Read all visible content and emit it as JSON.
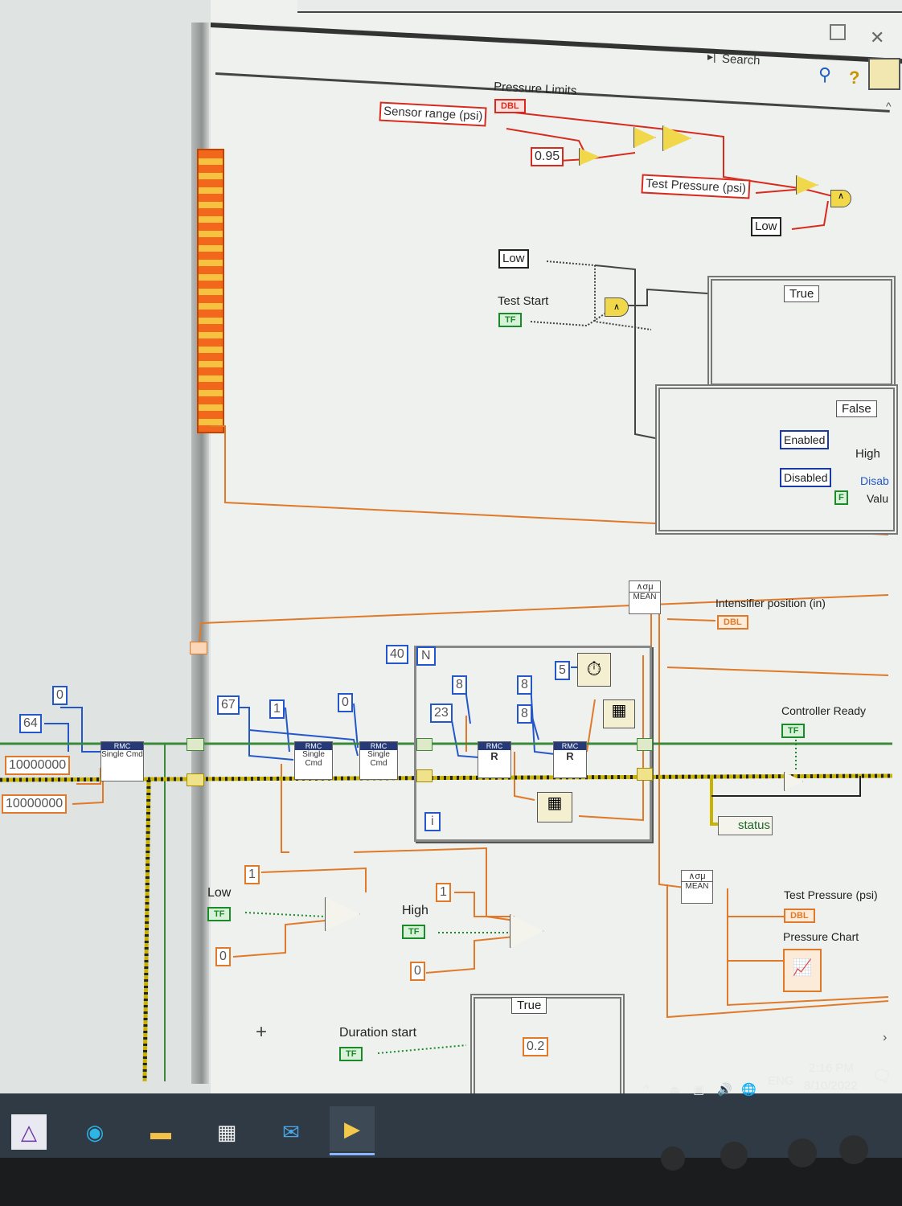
{
  "titlebar": {
    "search_label": "Search"
  },
  "diagram": {
    "pressure_limits_label": "Pressure Limits",
    "pressure_limits_type": "DBL",
    "sensor_range_label": "Sensor range (psi)",
    "const_095": "0.95",
    "test_pressure_local_label": "Test Pressure (psi)",
    "low_local_label_top": "Low",
    "low_local_label_mid": "Low",
    "test_start_label": "Test Start",
    "tf_label": "TF",
    "case_true_label": "True",
    "case_false_label": "False",
    "enabled_label": "Enabled",
    "disabled_label": "Disabled",
    "high_partial_label": "High",
    "disab_partial_label": "Disab",
    "valu_partial_label": "Valu",
    "f_const_label": "F",
    "mean_label_top": "MEAN",
    "mean_label_bottom": "MEAN",
    "intensifier_label": "Intensifier position (in)",
    "dbl_label": "DBL",
    "loop_count": "40",
    "n_label": "N",
    "i_label": "i",
    "const_8a": "8",
    "const_23": "23",
    "const_8b": "8",
    "const_8c": "8",
    "const_5": "5",
    "const_0_top": "0",
    "const_64": "64",
    "const_10000000_a": "10000000",
    "const_10000000_b": "10000000",
    "const_67": "67",
    "const_1_mid": "1",
    "const_0_mid": "0",
    "rmc_label": "RMC",
    "single_cmd_label": "Single Cmd",
    "r_label": "R",
    "controller_ready_label": "Controller Ready",
    "status_label": "status",
    "low_label": "Low",
    "high_label": "High",
    "const_1_low": "1",
    "const_0_low": "0",
    "const_1_high": "1",
    "const_0_high": "0",
    "test_pressure_label": "Test Pressure (psi)",
    "pressure_chart_label": "Pressure Chart",
    "duration_start_label": "Duration start",
    "case_true_bottom_label": "True",
    "const_02": "0.2"
  },
  "taskbar": {
    "apps": [
      "autodesk-icon",
      "edge-icon",
      "file-explorer-icon",
      "store-icon",
      "mail-icon",
      "labview-icon"
    ],
    "language": "ENG",
    "time": "2:16 PM",
    "date": "8/10/2022"
  },
  "colors": {
    "wire_orange": "#e07a2a",
    "wire_blue": "#2457c8",
    "wire_green": "#3a8a3a",
    "error_wire": "#c8b400",
    "bool_green": "#1c8a2a",
    "dbl_red": "#d62b1e"
  }
}
